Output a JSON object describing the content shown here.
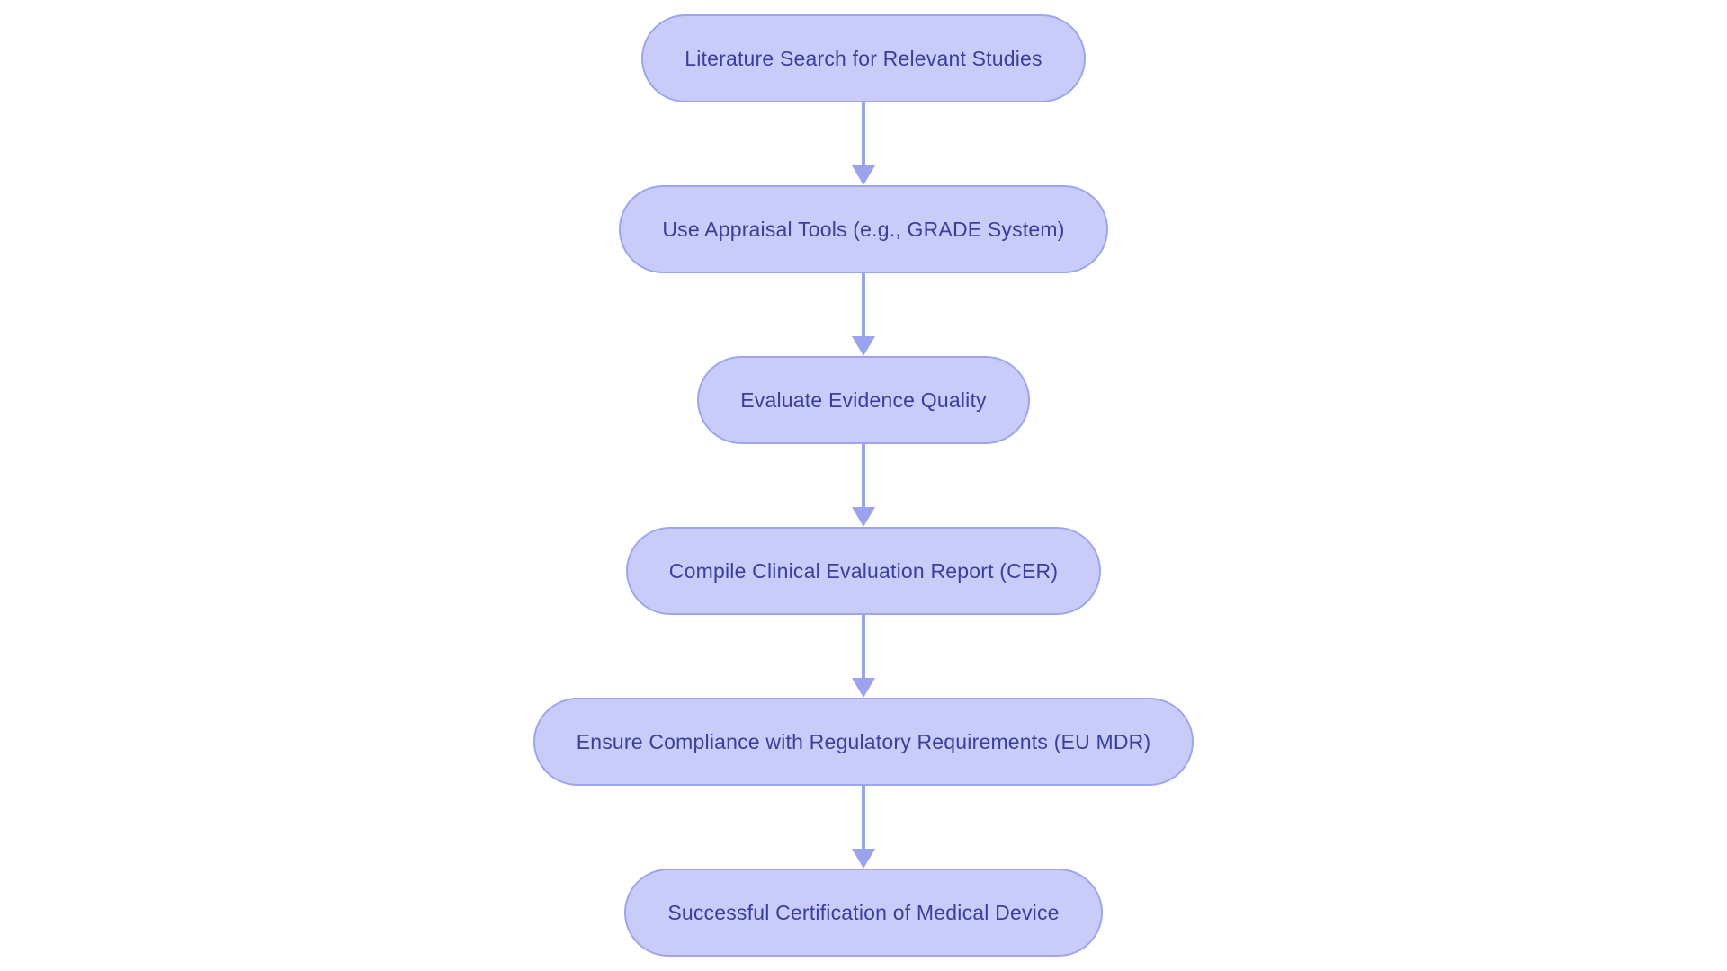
{
  "diagram": {
    "type": "flowchart",
    "direction": "top-down",
    "nodes": [
      {
        "id": "step-1",
        "label": "Literature Search for Relevant Studies"
      },
      {
        "id": "step-2",
        "label": "Use Appraisal Tools (e.g., GRADE System)"
      },
      {
        "id": "step-3",
        "label": "Evaluate Evidence Quality"
      },
      {
        "id": "step-4",
        "label": "Compile Clinical Evaluation Report (CER)"
      },
      {
        "id": "step-5",
        "label": "Ensure Compliance with Regulatory Requirements (EU MDR)"
      },
      {
        "id": "step-6",
        "label": "Successful Certification of Medical Device"
      }
    ],
    "edges": [
      {
        "from": "step-1",
        "to": "step-2"
      },
      {
        "from": "step-2",
        "to": "step-3"
      },
      {
        "from": "step-3",
        "to": "step-4"
      },
      {
        "from": "step-4",
        "to": "step-5"
      },
      {
        "from": "step-5",
        "to": "step-6"
      }
    ],
    "colors": {
      "node_fill": "#c9ccf8",
      "node_border": "#9da5ec",
      "node_text": "#3a3f9e",
      "arrow": "#9ba3ee",
      "background": "#ffffff"
    }
  }
}
